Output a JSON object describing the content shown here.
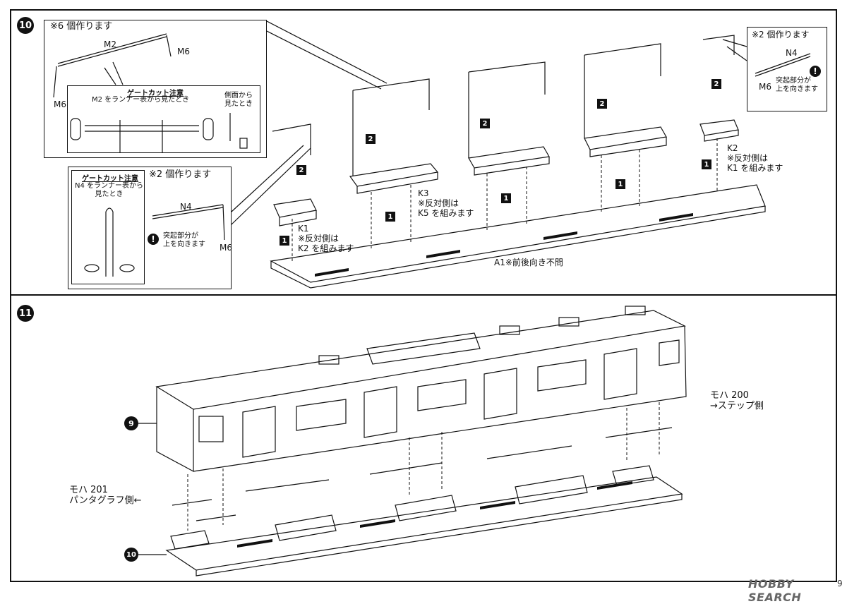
{
  "step10": {
    "badge": "10",
    "box_m2": {
      "make_count": "※6 個作ります",
      "part_m2": "M2",
      "part_m6_right": "M6",
      "part_m6_left": "M6",
      "gate_title": "ゲートカット注意",
      "gate_view_top": "M2 をランナー表から見たとき",
      "gate_view_side": "側面から\n見たとき"
    },
    "box_n4_left": {
      "gate_title": "ゲートカット注意",
      "gate_view": "N4 をランナー表から\n見たとき",
      "make_count": "※2 個作ります",
      "part_n4": "N4",
      "part_m6": "M6",
      "note": "突起部分が\n上を向きます"
    },
    "box_n4_right": {
      "make_count": "※2 個作ります",
      "part_n4": "N4",
      "part_m6": "M6",
      "note": "突起部分が\n上を向きます"
    },
    "k1_label": "K1",
    "k1_note": "※反対側は\nK2 を組みます",
    "k3_label": "K3",
    "k3_note": "※反対側は\nK5 を組みます",
    "k2_label": "K2",
    "k2_note": "※反対側は\nK1 を組みます",
    "a1_label": "A1※前後向き不問",
    "glue_num_1": "1",
    "glue_num_2": "2"
  },
  "step11": {
    "badge": "11",
    "ref_body": "9",
    "ref_floor": "10",
    "label_right": "モハ 200\n→ステップ側",
    "label_left": "モハ 201\nパンタグラフ側←"
  },
  "footer": {
    "watermark": "HOBBY SEARCH",
    "page": "9"
  }
}
